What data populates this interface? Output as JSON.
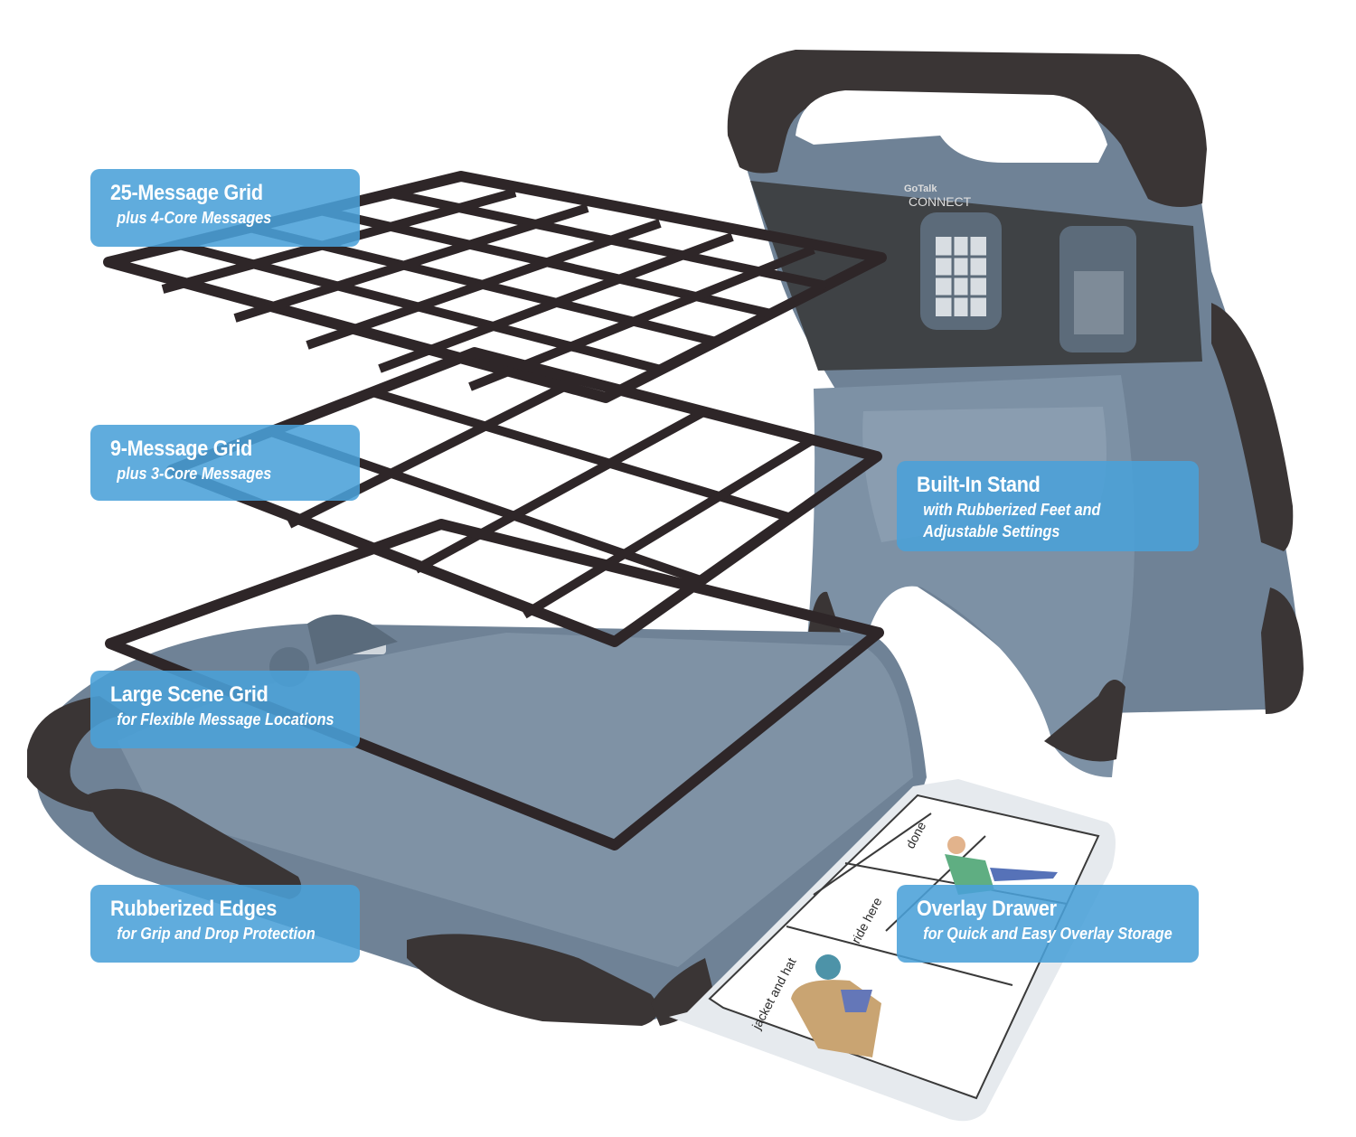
{
  "callouts": [
    {
      "title": "25-Message Grid",
      "subtitle": "plus 4-Core Messages"
    },
    {
      "title": "9-Message Grid",
      "subtitle": "plus 3-Core Messages"
    },
    {
      "title": "Large Scene Grid",
      "subtitle": "for Flexible Message Locations"
    },
    {
      "title": "Rubberized Edges",
      "subtitle": "for Grip and Drop Protection"
    },
    {
      "title": "Built-In Stand",
      "subtitle_lines": [
        "with Rubberized Feet and",
        "Adjustable Settings"
      ]
    },
    {
      "title": "Overlay Drawer",
      "subtitle": "for Quick and Easy Overlay Storage"
    }
  ],
  "device_label": {
    "line1": "GoTalk",
    "line2": "CONNECT"
  },
  "overlay_cards": [
    "done",
    "ride here",
    "jacket and hat"
  ],
  "colors": {
    "callout_bg": "#4aa0d8",
    "device_blue": "#6f8296",
    "device_blue_dark": "#56687b",
    "rubber": "#3a3535",
    "grid_frame": "#2e2628",
    "white": "#ffffff"
  }
}
